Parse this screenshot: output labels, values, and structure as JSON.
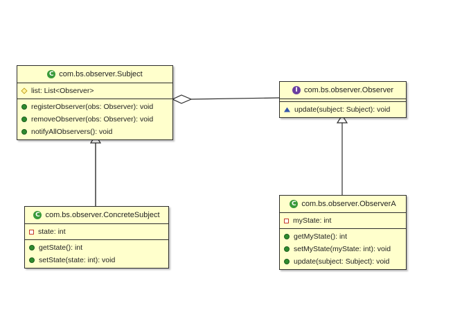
{
  "colors": {
    "class_fill": "#ffffcc",
    "border": "#2b2b2b",
    "class_icon": "#3a9a3a",
    "interface_icon": "#6a3fa0"
  },
  "classes": {
    "subject": {
      "icon_glyph": "C",
      "icon_name": "class-icon",
      "name": "com.bs.observer.Subject",
      "attributes": [
        {
          "visibility": "protected",
          "text": "list: List<Observer>"
        }
      ],
      "operations": [
        {
          "visibility": "public",
          "text": "registerObserver(obs: Observer): void"
        },
        {
          "visibility": "public",
          "text": "removeObserver(obs: Observer): void"
        },
        {
          "visibility": "public",
          "text": "notifyAllObservers(): void"
        }
      ]
    },
    "observer": {
      "icon_glyph": "I",
      "icon_name": "interface-icon",
      "name": "com.bs.observer.Observer",
      "operations": [
        {
          "visibility": "package",
          "text": "update(subject: Subject): void"
        }
      ]
    },
    "concrete_subject": {
      "icon_glyph": "C",
      "icon_name": "class-icon",
      "name": "com.bs.observer.ConcreteSubject",
      "attributes": [
        {
          "visibility": "private",
          "text": "state: int"
        }
      ],
      "operations": [
        {
          "visibility": "public",
          "text": "getState(): int"
        },
        {
          "visibility": "public",
          "text": "setState(state: int): void"
        }
      ]
    },
    "observer_a": {
      "icon_glyph": "C",
      "icon_name": "class-icon",
      "name": "com.bs.observer.ObserverA",
      "attributes": [
        {
          "visibility": "private",
          "text": "myState: int"
        }
      ],
      "operations": [
        {
          "visibility": "public",
          "text": "getMyState(): int"
        },
        {
          "visibility": "public",
          "text": "setMyState(myState: int): void"
        },
        {
          "visibility": "public",
          "text": "update(subject: Subject): void"
        }
      ]
    }
  },
  "relations": [
    {
      "kind": "aggregation",
      "from": "observer",
      "to": "subject"
    },
    {
      "kind": "generalization",
      "from": "concrete_subject",
      "to": "subject"
    },
    {
      "kind": "realization",
      "from": "observer_a",
      "to": "observer"
    }
  ]
}
